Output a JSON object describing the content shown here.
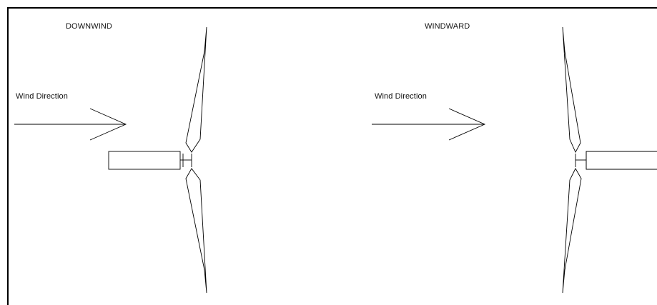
{
  "panels": {
    "left": {
      "title": "DOWNWIND",
      "wind_label": "Wind Direction"
    },
    "right": {
      "title": "WINDWARD",
      "wind_label": "Wind Direction"
    }
  },
  "colors": {
    "line": "#000000",
    "background": "#ffffff"
  }
}
